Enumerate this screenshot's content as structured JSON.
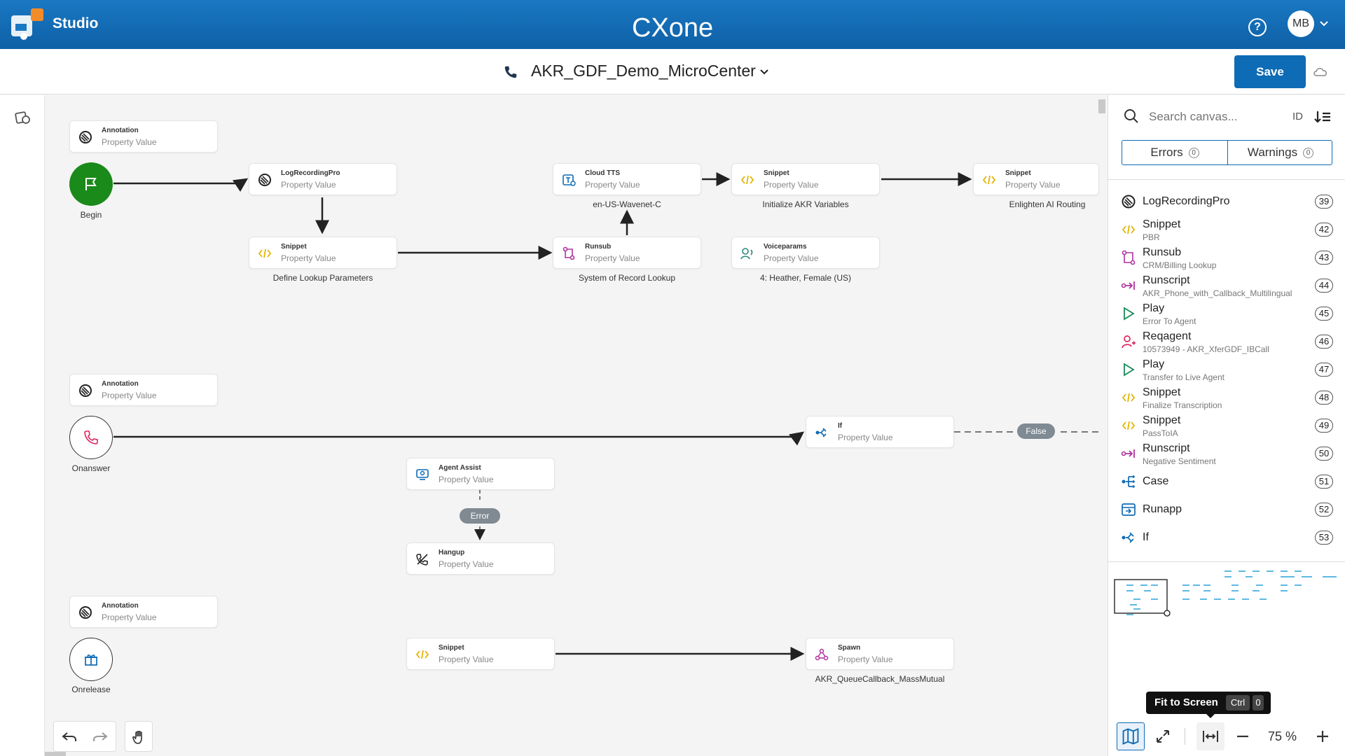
{
  "app": {
    "name": "Studio",
    "brand": "CXone"
  },
  "header": {
    "avatar": "MB",
    "help_icon": "question-icon"
  },
  "script": {
    "title": "AKR_GDF_Demo_MicroCenter",
    "save_label": "Save"
  },
  "canvas": {
    "nodes": [
      {
        "title": "Annotation",
        "prop": "Property Value",
        "caption": ""
      },
      {
        "title": "LogRecordingPro",
        "prop": "Property Value",
        "caption": ""
      },
      {
        "title": "Snippet",
        "prop": "Property Value",
        "caption": "Define Lookup Parameters"
      },
      {
        "title": "Cloud TTS",
        "prop": "Property Value",
        "caption": "en-US-Wavenet-C"
      },
      {
        "title": "Runsub",
        "prop": "Property Value",
        "caption": "System of Record Lookup"
      },
      {
        "title": "Snippet",
        "prop": "Property Value",
        "caption": "Initialize AKR Variables"
      },
      {
        "title": "Voiceparams",
        "prop": "Property Value",
        "caption": "4: Heather, Female (US)"
      },
      {
        "title": "Snippet",
        "prop": "Property Value",
        "caption": "Enlighten AI Routing"
      },
      {
        "title": "Annotation",
        "prop": "Property Value",
        "caption": ""
      },
      {
        "title": "If",
        "prop": "Property Value",
        "caption": ""
      },
      {
        "title": "Agent Assist",
        "prop": "Property Value",
        "caption": ""
      },
      {
        "title": "Hangup",
        "prop": "Property Value",
        "caption": ""
      },
      {
        "title": "Annotation",
        "prop": "Property Value",
        "caption": ""
      },
      {
        "title": "Snippet",
        "prop": "Property Value",
        "caption": ""
      },
      {
        "title": "Spawn",
        "prop": "Property Value",
        "caption": "AKR_QueueCallback_MassMutual"
      }
    ],
    "events": [
      {
        "label": "Begin"
      },
      {
        "label": "Onanswer"
      },
      {
        "label": "Onrelease"
      }
    ],
    "pills": {
      "false": "False",
      "error": "Error"
    }
  },
  "panel": {
    "search_placeholder": "Search canvas...",
    "id_label": "ID",
    "tabs": [
      {
        "label": "Errors",
        "count": "0"
      },
      {
        "label": "Warnings",
        "count": "0"
      }
    ],
    "items": [
      {
        "title": "LogRecordingPro",
        "sub": "",
        "id": "39",
        "icon": "log-recording-icon"
      },
      {
        "title": "Snippet",
        "sub": "PBR",
        "id": "42",
        "icon": "code-icon"
      },
      {
        "title": "Runsub",
        "sub": "CRM/Billing Lookup",
        "id": "43",
        "icon": "runsub-icon"
      },
      {
        "title": "Runscript",
        "sub": "AKR_Phone_with_Callback_Multilingual",
        "id": "44",
        "icon": "runscript-icon"
      },
      {
        "title": "Play",
        "sub": "Error To Agent",
        "id": "45",
        "icon": "play-icon"
      },
      {
        "title": "Reqagent",
        "sub": "10573949 - AKR_XferGDF_IBCall",
        "id": "46",
        "icon": "reqagent-icon"
      },
      {
        "title": "Play",
        "sub": "Transfer to Live Agent",
        "id": "47",
        "icon": "play-icon"
      },
      {
        "title": "Snippet",
        "sub": "Finalize Transcription",
        "id": "48",
        "icon": "code-icon"
      },
      {
        "title": "Snippet",
        "sub": "PassToIA",
        "id": "49",
        "icon": "code-icon"
      },
      {
        "title": "Runscript",
        "sub": "Negative Sentiment",
        "id": "50",
        "icon": "runscript-icon"
      },
      {
        "title": "Case",
        "sub": "",
        "id": "51",
        "icon": "case-icon"
      },
      {
        "title": "Runapp",
        "sub": "",
        "id": "52",
        "icon": "runapp-icon"
      },
      {
        "title": "If",
        "sub": "",
        "id": "53",
        "icon": "if-icon"
      }
    ]
  },
  "footer": {
    "tooltip": {
      "label": "Fit to Screen",
      "key1": "Ctrl",
      "key2": "0"
    },
    "zoom": "75 %"
  },
  "colors": {
    "header": "#0e6bb5",
    "begin": "#1a8a1a",
    "onanswer": "#e0245e",
    "snippet": "#e6b400",
    "runsub": "#b0329e",
    "accent": "#0e6bb5"
  }
}
